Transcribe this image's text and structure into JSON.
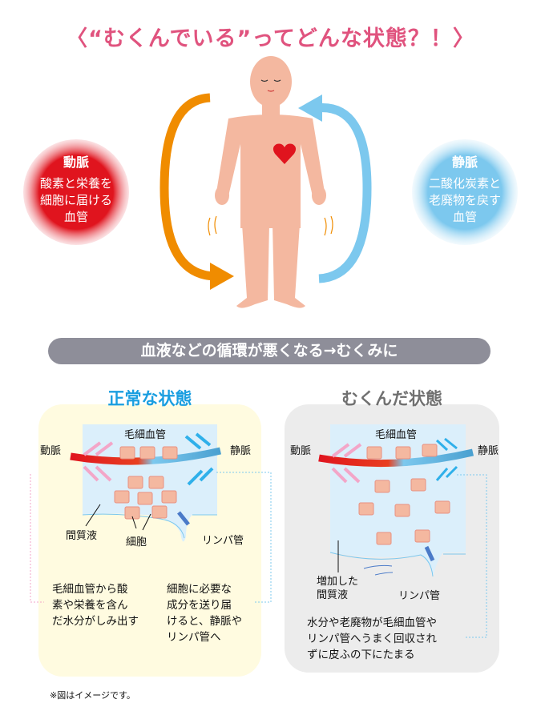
{
  "title": "〈“むくんでいる”ってどんな状態？！〉",
  "artery_circle": {
    "heading": "動脈",
    "lines": [
      "酸素と栄養を",
      "細胞に届ける",
      "血管"
    ]
  },
  "vein_circle": {
    "heading": "静脈",
    "lines": [
      "二酸化炭素と",
      "老廃物を戻す",
      "血管"
    ]
  },
  "banner": "血液などの循環が悪くなる→むくみに",
  "normal": {
    "heading": "正常な状態",
    "capillary": "毛細血管",
    "artery": "動脈",
    "vein": "静脈",
    "interstitial": "間質液",
    "cell": "細胞",
    "lymph": "リンパ管",
    "desc_left": [
      "毛細血管から酸",
      "素や栄養を含ん",
      "だ水分がしみ出す"
    ],
    "desc_right": [
      "細胞に必要な",
      "成分を送り届",
      "けると、静脈や",
      "リンパ管へ"
    ]
  },
  "swollen": {
    "heading": "むくんだ状態",
    "capillary": "毛細血管",
    "artery": "動脈",
    "vein": "静脈",
    "interstitial": [
      "増加した",
      "間質液"
    ],
    "lymph": "リンパ管",
    "desc": [
      "水分や老廃物が毛細血管や",
      "リンパ管へうまく回収され",
      "ずに皮ふの下にたまる"
    ]
  },
  "footnote": "※図はイメージです。",
  "colors": {
    "title": "#e0537e",
    "artery": "#e0141e",
    "vein": "#7cc8ee",
    "normal_heading": "#1a9ee0",
    "swollen_heading": "#707070"
  }
}
